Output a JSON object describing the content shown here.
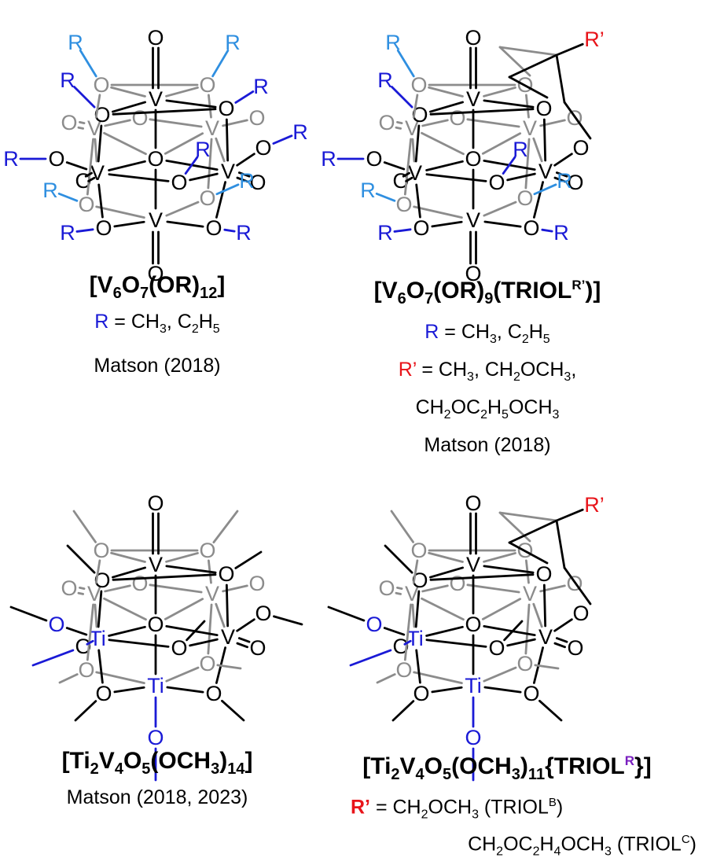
{
  "molecules": [
    {
      "id": "m1",
      "formula_html": "[V<sub>6</sub>O<sub>7</sub>(OR)<sub>12</sub>]"
    },
    {
      "id": "m2",
      "formula_html": "[V<sub>6</sub>O<sub>7</sub>(OR)<sub>9</sub>(TRIOL<sup>R’</sup>)]"
    },
    {
      "id": "m3",
      "formula_html": "[Ti<sub>2</sub>V<sub>4</sub>O<sub>5</sub>(OCH<sub>3</sub>)<sub>14</sub>]"
    },
    {
      "id": "m4",
      "formula_html": "[Ti<sub>2</sub>V<sub>4</sub>O<sub>5</sub>(OCH<sub>3</sub>)<sub>11</sub>{TRIOL<sup class=\"purple\">R</sup>}]"
    }
  ],
  "captions": {
    "m1_r_html": "<span class=\"blue\">R</span> = CH<sub>3</sub>, C<sub>2</sub>H<sub>5</sub>",
    "m1_ref": "Matson (2018)",
    "m2_r_html": "<span class=\"blue\">R</span> = CH<sub>3</sub>, C<sub>2</sub>H<sub>5</sub>",
    "m2_rp_html": "<span class=\"red\">R’</span> = CH<sub>3</sub>, CH<sub>2</sub>OCH<sub>3</sub>,",
    "m2_rp2_html": "CH<sub>2</sub>OC<sub>2</sub>H<sub>5</sub>OCH<sub>3</sub>",
    "m2_ref": "Matson (2018)",
    "m3_ref": "Matson (2018, 2023)",
    "m4_rp_html": "<b class=\"red\">R’</b> = CH<sub>2</sub>OCH<sub>3</sub> (TRIOL<sup>B</sup>)",
    "m4_rp2_html": "CH<sub>2</sub>OC<sub>2</sub>H<sub>4</sub>OCH<sub>3</sub> (TRIOL<sup>C</sup>)"
  },
  "atoms": {
    "V": "V",
    "Ti": "Ti",
    "O": "O",
    "R": "R",
    "Rp": "R’"
  },
  "colors": {
    "black": "#000000",
    "gray": "#8c8c8c",
    "blue": "#1a1ad6",
    "lightblue": "#2f8fe0",
    "red": "#e8141a",
    "purple": "#7a1fbf"
  }
}
